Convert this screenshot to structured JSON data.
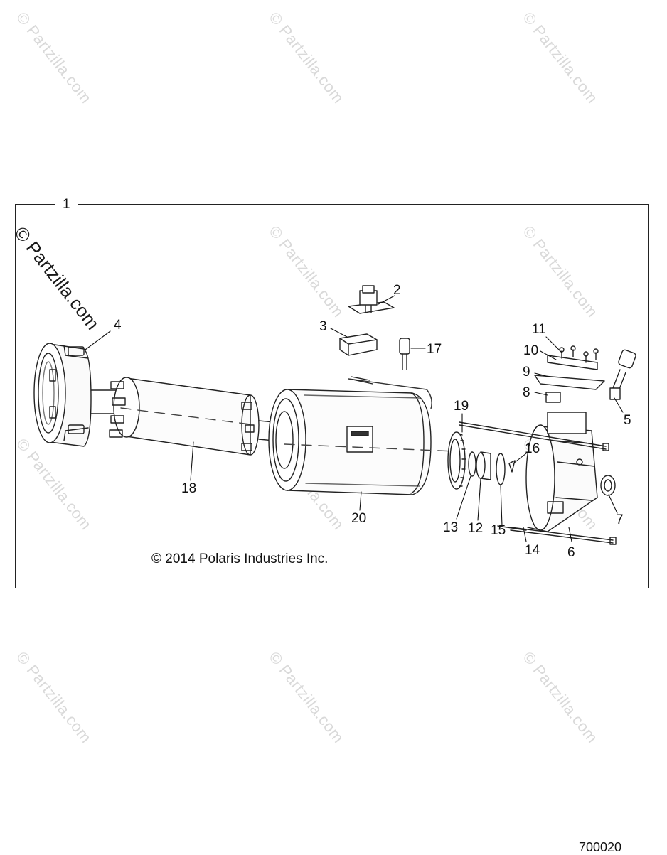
{
  "watermark": {
    "text": "© Partzilla.com"
  },
  "frame": {
    "label": "1"
  },
  "callouts": {
    "c2": "2",
    "c3": "3",
    "c4": "4",
    "c5": "5",
    "c6": "6",
    "c7": "7",
    "c8": "8",
    "c9": "9",
    "c10": "10",
    "c11": "11",
    "c12": "12",
    "c13": "13",
    "c14": "14",
    "c15": "15",
    "c16": "16",
    "c17": "17",
    "c18": "18",
    "c19": "19",
    "c20": "20"
  },
  "copyright": "© 2014 Polaris Industries Inc.",
  "part_number": "700020"
}
